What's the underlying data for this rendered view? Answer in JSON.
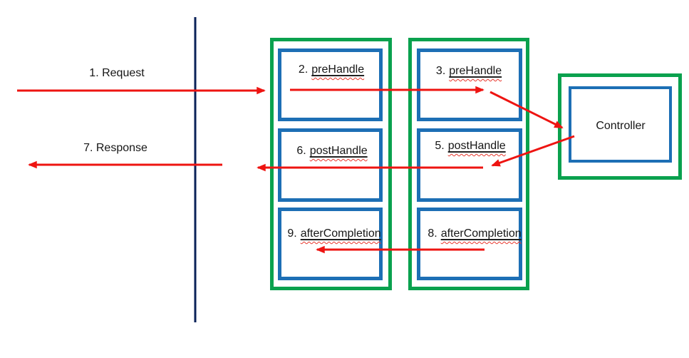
{
  "diagram": {
    "request_label": "1. Request",
    "response_label": "7. Response",
    "controller_label": "Controller",
    "interceptor1": {
      "prehandle": {
        "num": "2.",
        "name": "preHandle"
      },
      "posthandle": {
        "num": "6.",
        "name": "postHandle"
      },
      "aftercompletion": {
        "num": "9.",
        "name": "afterCompletion"
      }
    },
    "interceptor2": {
      "prehandle": {
        "num": "3.",
        "name": "preHandle"
      },
      "posthandle": {
        "num": "5.",
        "name": "postHandle"
      },
      "aftercompletion": {
        "num": "8.",
        "name": "afterCompletion"
      }
    },
    "colors": {
      "container_green": "#0aa14e",
      "box_blue": "#1d6fb5",
      "arrow_red": "#ee1411",
      "lifeline_navy": "#0a2259",
      "spellcheck_squiggle": "#e8372c",
      "text": "#161616"
    }
  }
}
